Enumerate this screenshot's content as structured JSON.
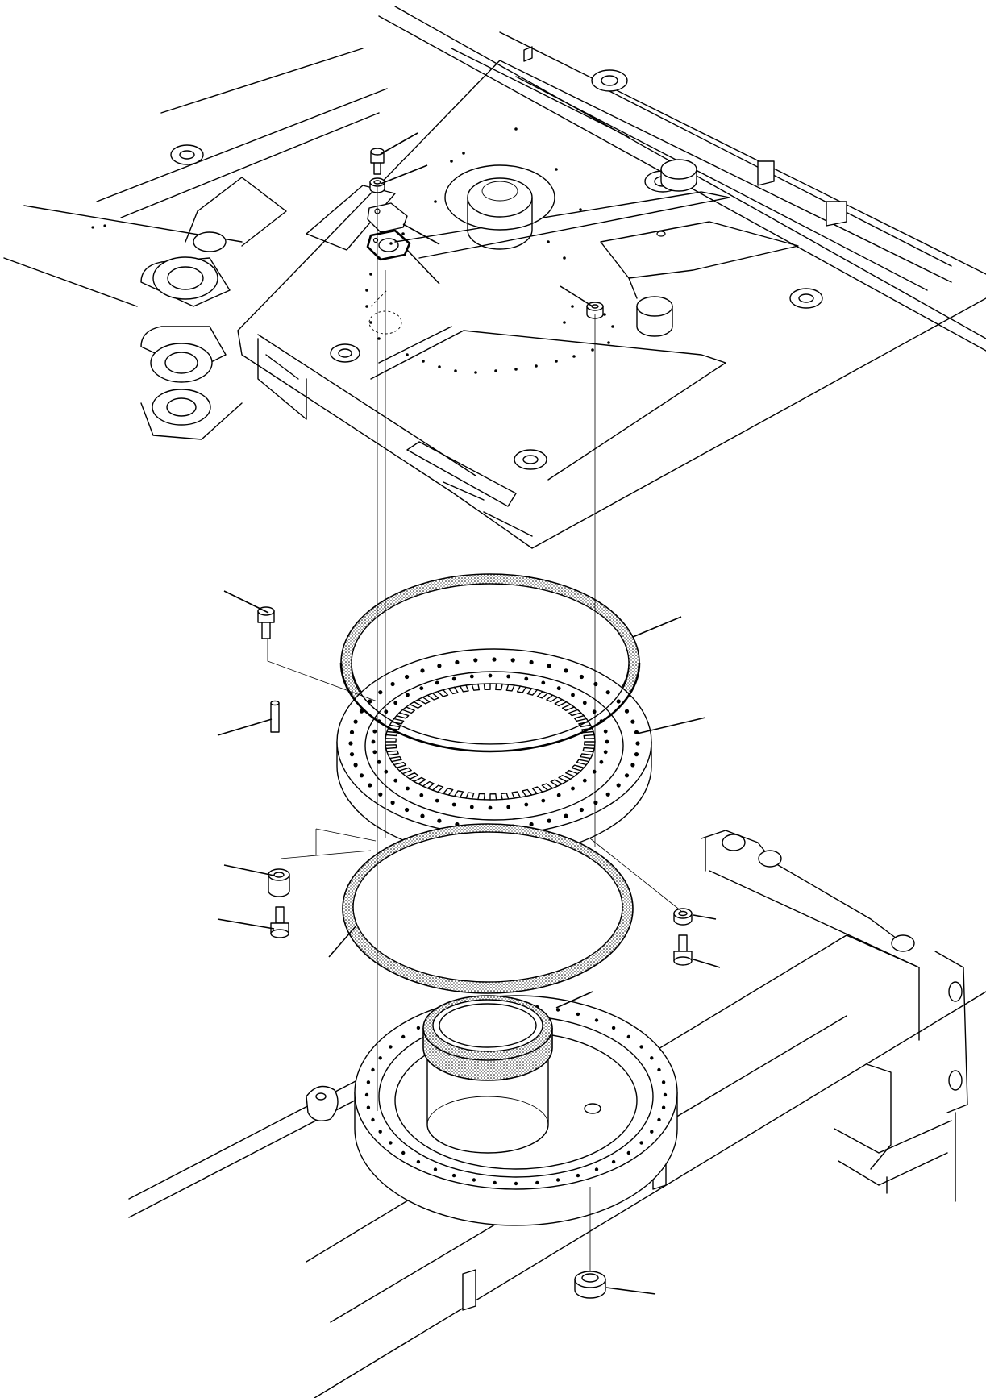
{
  "drawing": {
    "type": "exploded-parts-view",
    "assemblies": [
      "upper-revolving-frame",
      "swing-circle-seal-upper",
      "swing-circle-bearing",
      "swing-circle-seal-lower",
      "center-swivel-seal",
      "track-frame"
    ],
    "callout_count": 16
  },
  "colors": {
    "ink": "#000000",
    "paper": "#ffffff"
  }
}
